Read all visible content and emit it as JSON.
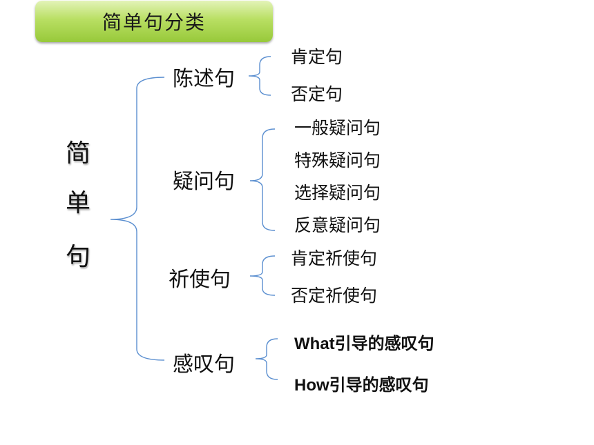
{
  "title": "简单句分类",
  "root": [
    "简",
    "单",
    "句"
  ],
  "categories": [
    {
      "label": "陈述句",
      "items": [
        "肯定句",
        "否定句"
      ]
    },
    {
      "label": "疑问句",
      "items": [
        "一般疑问句",
        "特殊疑问句",
        "选择疑问句",
        "反意疑问句"
      ]
    },
    {
      "label": "祈使句",
      "items": [
        "肯定祈使句",
        "否定祈使句"
      ]
    },
    {
      "label": "感叹句",
      "items": [
        "What引导的感叹句",
        "How引导的感叹句"
      ]
    }
  ],
  "colors": {
    "bracket": "#5b8fd0",
    "title_green": "#a8d44e"
  }
}
